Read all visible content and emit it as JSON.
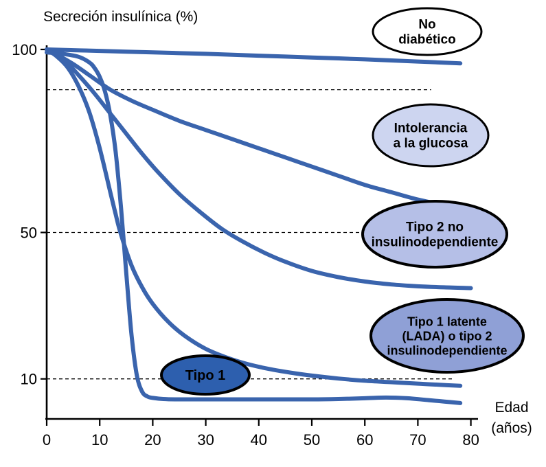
{
  "chart_data": {
    "type": "line",
    "title": "Secreción insulínica (%)",
    "xlabel": "Edad (años)",
    "xlabel_lines": [
      "Edad",
      "(años)"
    ],
    "ylabel": "Secreción insulínica (%)",
    "xlim": [
      0,
      81
    ],
    "ylim": [
      0,
      101
    ],
    "x_ticks": [
      "0",
      "10",
      "20",
      "30",
      "40",
      "50",
      "60",
      "70",
      "80"
    ],
    "x_tick_values": [
      0,
      10,
      20,
      30,
      40,
      50,
      60,
      70,
      80
    ],
    "y_ticks": [
      "100",
      "50",
      "10"
    ],
    "y_tick_values": [
      100,
      50,
      10
    ],
    "line_color": "#3a64ad",
    "line_width": 6,
    "axis_color": "#000000",
    "reference_lines": [
      {
        "y": 89,
        "x_from": 0,
        "x_to": 72.5
      },
      {
        "y": 50,
        "x_from": 0,
        "x_to": 59
      },
      {
        "y": 10,
        "x_from": 0,
        "x_to": 76.5
      }
    ],
    "series": [
      {
        "name": "No diabético",
        "points": [
          [
            0,
            100
          ],
          [
            10,
            99.6
          ],
          [
            20,
            99.2
          ],
          [
            30,
            98.8
          ],
          [
            40,
            98.3
          ],
          [
            50,
            97.8
          ],
          [
            60,
            97.3
          ],
          [
            70,
            96.7
          ],
          [
            78,
            96.2
          ]
        ]
      },
      {
        "name": "Intolerancia a la glucosa",
        "points": [
          [
            0,
            100
          ],
          [
            2,
            98.5
          ],
          [
            5,
            96
          ],
          [
            8,
            93
          ],
          [
            12,
            89
          ],
          [
            16,
            86
          ],
          [
            20,
            83.5
          ],
          [
            25,
            80.5
          ],
          [
            30,
            78
          ],
          [
            35,
            75.5
          ],
          [
            40,
            73
          ],
          [
            45,
            70.5
          ],
          [
            50,
            68
          ],
          [
            55,
            65.5
          ],
          [
            60,
            63
          ],
          [
            65,
            61
          ],
          [
            70,
            59
          ],
          [
            75,
            57.5
          ]
        ]
      },
      {
        "name": "Tipo 2 no insulinodependiente",
        "points": [
          [
            0,
            100
          ],
          [
            3,
            97.5
          ],
          [
            6,
            93
          ],
          [
            9,
            88
          ],
          [
            12,
            82.5
          ],
          [
            15,
            77
          ],
          [
            18,
            71.5
          ],
          [
            21,
            66.5
          ],
          [
            25,
            60.5
          ],
          [
            29,
            55.5
          ],
          [
            33,
            51
          ],
          [
            37,
            47.5
          ],
          [
            41,
            44.5
          ],
          [
            45,
            42
          ],
          [
            50,
            39.5
          ],
          [
            55,
            37.8
          ],
          [
            60,
            36.6
          ],
          [
            65,
            35.8
          ],
          [
            70,
            35.3
          ],
          [
            75,
            35
          ],
          [
            80,
            34.8
          ]
        ]
      },
      {
        "name": "Tipo 1 latente (LADA) o tipo 2 insulinodependiente",
        "points": [
          [
            0,
            100
          ],
          [
            2,
            98
          ],
          [
            4,
            95
          ],
          [
            6,
            90
          ],
          [
            8,
            83
          ],
          [
            10,
            73
          ],
          [
            12,
            61
          ],
          [
            13,
            55
          ],
          [
            14,
            49.5
          ],
          [
            16,
            41
          ],
          [
            18,
            35
          ],
          [
            20,
            30.5
          ],
          [
            23,
            25.5
          ],
          [
            26,
            21.8
          ],
          [
            30,
            18.2
          ],
          [
            34,
            15.8
          ],
          [
            38,
            14
          ],
          [
            42,
            12.7
          ],
          [
            46,
            11.7
          ],
          [
            50,
            10.9
          ],
          [
            55,
            10.1
          ],
          [
            60,
            9.5
          ],
          [
            65,
            9.1
          ],
          [
            70,
            8.7
          ],
          [
            74,
            8.4
          ],
          [
            78,
            8.1
          ]
        ]
      },
      {
        "name": "Tipo 1",
        "points": [
          [
            0,
            99.2
          ],
          [
            3,
            98.8
          ],
          [
            6,
            98
          ],
          [
            8,
            96.5
          ],
          [
            9,
            95
          ],
          [
            10,
            92.5
          ],
          [
            11,
            88.5
          ],
          [
            12,
            82
          ],
          [
            13,
            72
          ],
          [
            14,
            57
          ],
          [
            15,
            39
          ],
          [
            16,
            22
          ],
          [
            17,
            11
          ],
          [
            18,
            6.5
          ],
          [
            19,
            5.2
          ],
          [
            20,
            4.8
          ],
          [
            22,
            4.5
          ],
          [
            25,
            4.4
          ],
          [
            30,
            4.4
          ],
          [
            35,
            4.4
          ],
          [
            40,
            4.4
          ],
          [
            45,
            4.4
          ],
          [
            50,
            4.4
          ],
          [
            55,
            4.5
          ],
          [
            60,
            4.7
          ],
          [
            64,
            4.9
          ],
          [
            68,
            4.7
          ],
          [
            72,
            4.2
          ],
          [
            75,
            3.8
          ],
          [
            78,
            3.4
          ]
        ]
      }
    ],
    "annotations": [
      {
        "lines": [
          "No",
          "diabético"
        ],
        "fill": "#ffffff",
        "text_color": "#000000",
        "border_color": "#000000",
        "border_width": 3,
        "font_size": 19,
        "cx": 622,
        "cy": 46,
        "rx": 79,
        "ry": 34
      },
      {
        "lines": [
          "Intolerancia",
          "a la glucosa"
        ],
        "fill": "#cdd5f0",
        "text_color": "#000000",
        "border_color": "#000000",
        "border_width": 3,
        "font_size": 19,
        "cx": 627,
        "cy": 197,
        "rx": 84,
        "ry": 45
      },
      {
        "lines": [
          "Tipo 2 no",
          "insulinodependiente"
        ],
        "fill": "#b5bfe7",
        "text_color": "#000000",
        "border_color": "#000000",
        "border_width": 4,
        "font_size": 19,
        "cx": 633,
        "cy": 341,
        "rx": 105,
        "ry": 48
      },
      {
        "lines": [
          "Tipo 1 latente",
          "(LADA) o tipo 2",
          "insulinodependiente"
        ],
        "fill": "#8fa0d6",
        "text_color": "#ffffff",
        "border_color": "#000000",
        "border_width": 4,
        "font_size": 18,
        "cx": 651,
        "cy": 489,
        "rx": 111,
        "ry": 53
      },
      {
        "lines": [
          "Tipo 1"
        ],
        "fill": "#2d5fae",
        "text_color": "#ffffff",
        "border_color": "#000000",
        "border_width": 4,
        "font_size": 20,
        "cx": 299,
        "cy": 546,
        "rx": 64,
        "ry": 28
      }
    ]
  }
}
